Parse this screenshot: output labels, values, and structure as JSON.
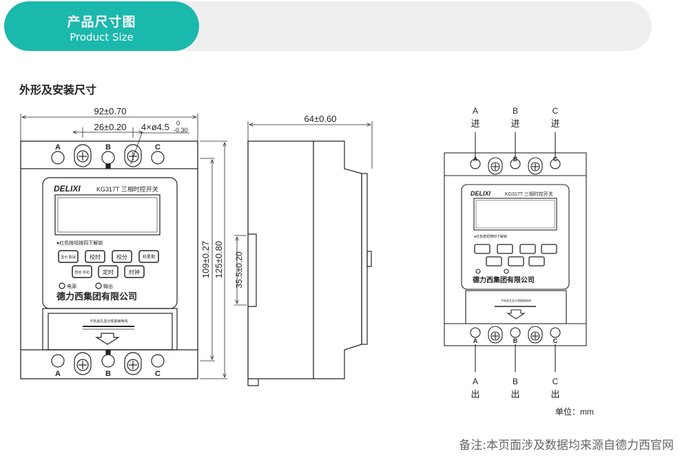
{
  "header": {
    "title_cn": "产品尺寸图",
    "title_en": "Product Size"
  },
  "section": {
    "title": "外形及安装尺寸"
  },
  "front_view": {
    "dim_width": "92±0.70",
    "dim_pitch": "26±0.20",
    "dim_hole": "4×ø4.5",
    "dim_hole_tol_top": "0",
    "dim_hole_tol_bottom": "-0.30",
    "dim_inner_height": "109±0.27",
    "dim_outer_height": "125±0.80",
    "terminals_top": [
      "A",
      "B",
      "C"
    ],
    "terminals_bottom": [
      "A",
      "B",
      "C"
    ],
    "brand": "DELIXI",
    "model": "KG317T 三相时控开关",
    "hint": "●红色按钮按四下解锁",
    "buttons": [
      "显示\n取消",
      "校时",
      "校分",
      "校星期",
      "自动\n手动",
      "定时",
      "时钟"
    ],
    "power_label": "电源",
    "output_label": "输出",
    "company": "德力西集团有限公司",
    "cover_text": "不拆此孔显示视窗病电线"
  },
  "side_view": {
    "dim_depth": "64±0.60",
    "dim_rail": "35.5±0.20"
  },
  "wiring_view": {
    "inputs": [
      {
        "phase": "A",
        "label": "进"
      },
      {
        "phase": "B",
        "label": "进"
      },
      {
        "phase": "C",
        "label": "进"
      }
    ],
    "outputs": [
      {
        "phase": "A",
        "label": "出"
      },
      {
        "phase": "B",
        "label": "出"
      },
      {
        "phase": "C",
        "label": "出"
      }
    ],
    "unit_label": "单位：mm"
  },
  "footnote": "备注:本页面涉及数据均来源自德力西官网"
}
